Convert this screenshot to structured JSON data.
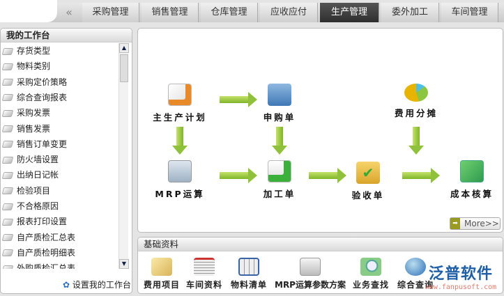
{
  "nav": {
    "collapse_icon": "«",
    "tabs": [
      "采购管理",
      "销售管理",
      "仓库管理",
      "应收应付",
      "生产管理",
      "委外加工",
      "车间管理"
    ],
    "active_tab": "生产管理"
  },
  "workbench": {
    "title": "我的工作台",
    "items": [
      "存货类型",
      "物料类别",
      "采购定价策略",
      "综合查询报表",
      "采购发票",
      "销售发票",
      "销售订单变更",
      "防火墙设置",
      "出纳日记帐",
      "检验项目",
      "不合格原因",
      "报表打印设置",
      "自产质检汇总表",
      "自产质检明细表",
      "外购质检汇总表"
    ],
    "settings_link": "设置我的工作台"
  },
  "flow": {
    "nodes": [
      "主生产计划",
      "申购单",
      "费用分摊",
      "MRP运算",
      "加工单",
      "验收单",
      "成本核算"
    ],
    "more_label": "More>>"
  },
  "basic": {
    "title": "基础资料",
    "items": [
      "费用项目",
      "车间资料",
      "物料清单",
      "MRP运算参数方案",
      "业务查找",
      "综合查询"
    ]
  },
  "brand": {
    "name": "泛普软件",
    "url": "www.fanpusoft.com"
  },
  "colors": {
    "arrow": "#8fc13a",
    "active_tab": "#3a3a3a",
    "brand": "#1f5fa8"
  }
}
